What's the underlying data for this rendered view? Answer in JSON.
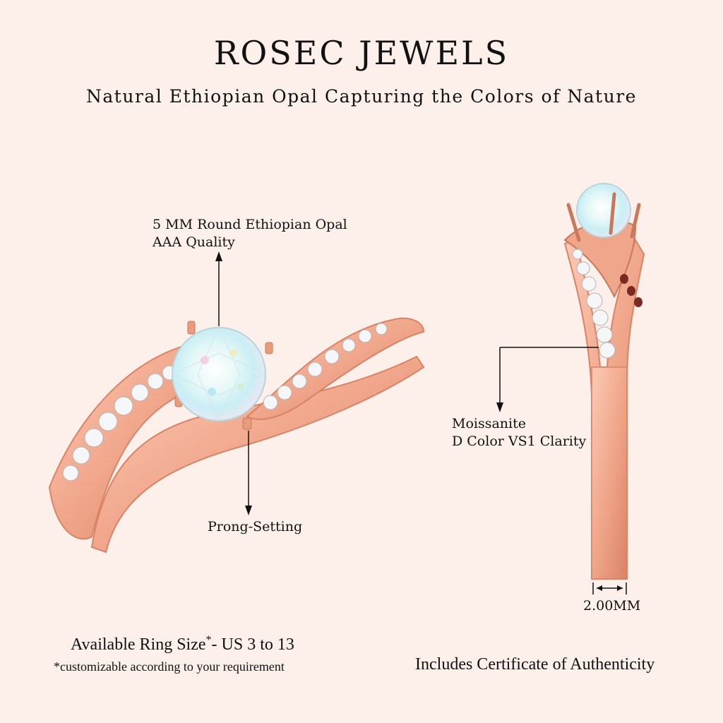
{
  "header": {
    "brand": "ROSEC JEWELS",
    "tagline": "Natural Ethiopian Opal Capturing the Colors of Nature"
  },
  "callouts": {
    "stone_line1": "5 MM Round Ethiopian Opal",
    "stone_line2": "AAA Quality",
    "setting": "Prong-Setting",
    "side_stone_line1": "Moissanite",
    "side_stone_line2": "D Color VS1 Clarity",
    "band_width": "2.00MM"
  },
  "footer": {
    "ring_size_prefix": "Available Ring Size",
    "ring_size_mark": "*",
    "ring_size_suffix": "- US 3 to 13",
    "ring_size_note": "*customizable according to your requirement",
    "certificate": "Includes Certificate of Authenticity"
  },
  "colors": {
    "background": "#fdf0ea",
    "rose_gold": "#f0a68a",
    "rose_gold_dark": "#d98266",
    "rose_gold_light": "#fbcab6",
    "opal": "#d8f3f6",
    "diamond": "#f4f6f8"
  }
}
